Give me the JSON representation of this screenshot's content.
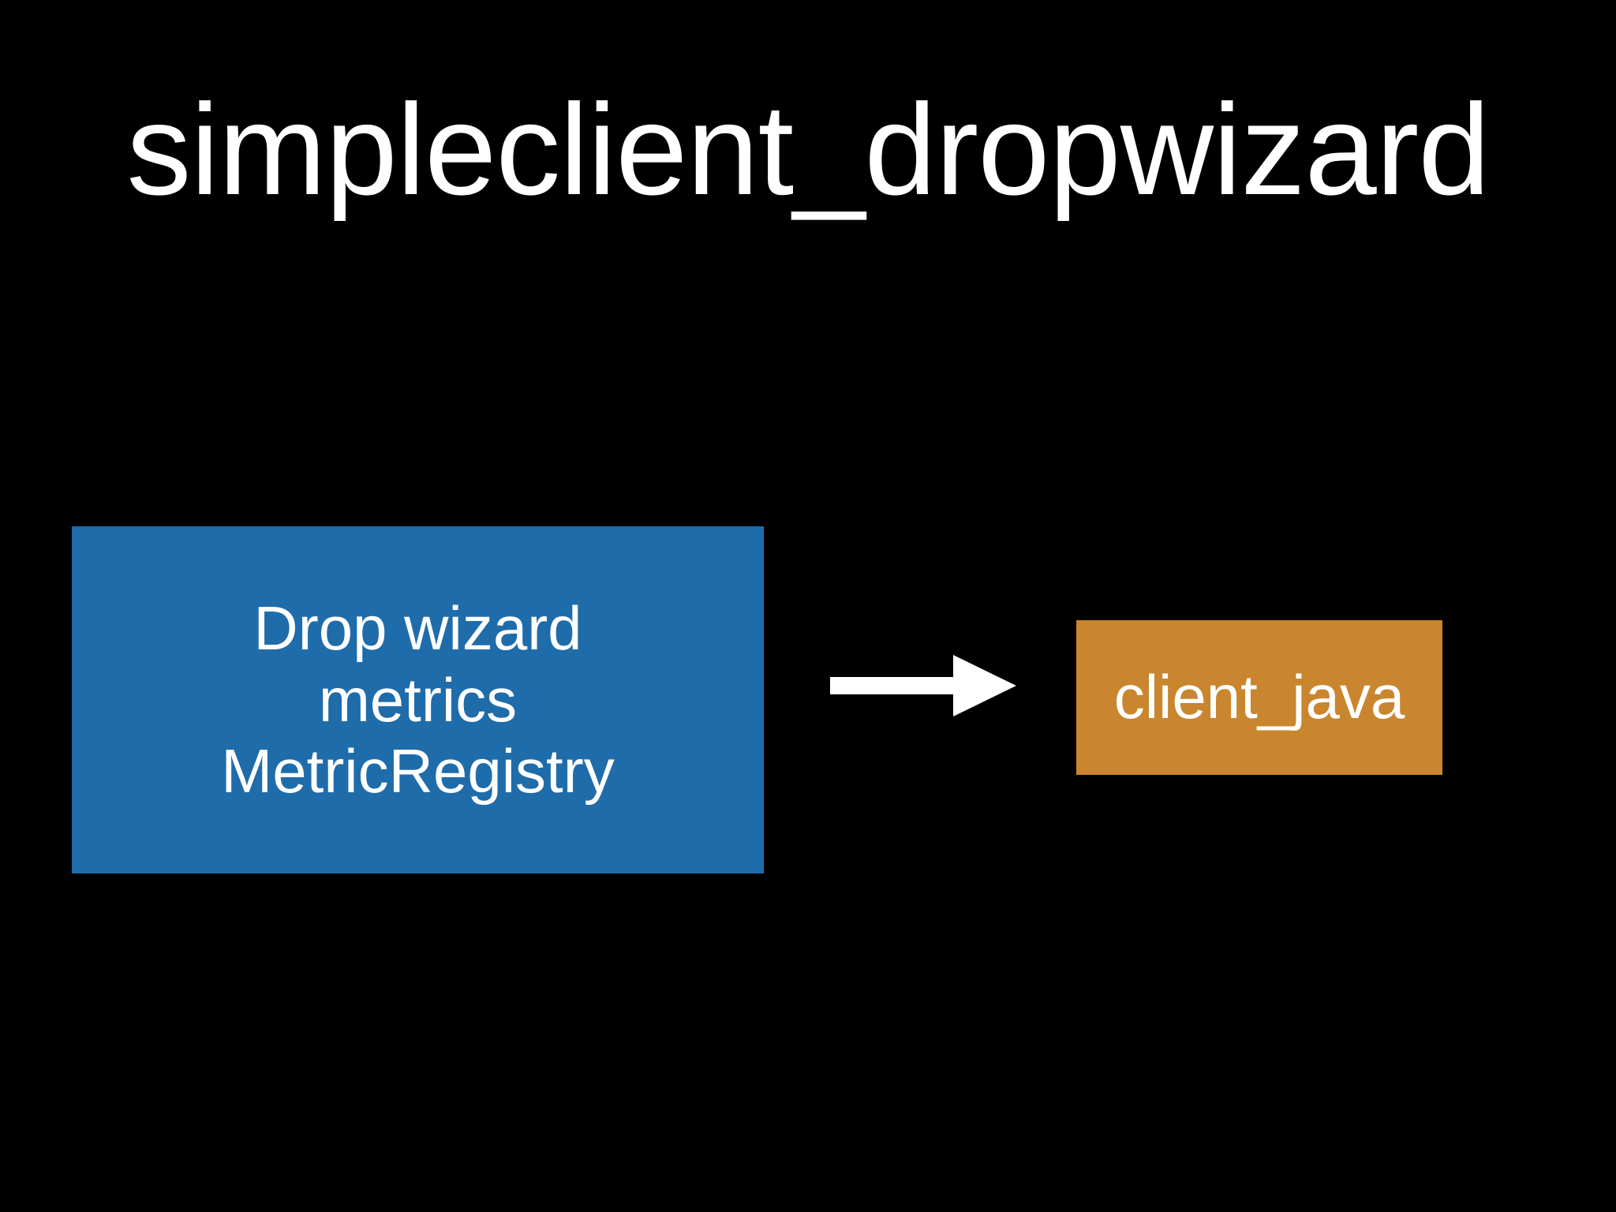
{
  "slide": {
    "background_color": "#000000",
    "title": "simpleclient_dropwizard",
    "title_color": "#ffffff"
  },
  "diagram": {
    "nodes": [
      {
        "id": "dropwizard-metrics",
        "label": "Drop wizard\nmetrics\nMetricRegistry",
        "label_lines": [
          "Drop wizard",
          "metrics",
          "MetricRegistry"
        ],
        "fill_color": "#1f6cab",
        "text_color": "#ffffff"
      },
      {
        "id": "client-java",
        "label": "client_java",
        "label_lines": [
          "client_java"
        ],
        "fill_color": "#c9862e",
        "text_color": "#ffffff"
      }
    ],
    "connectors": [
      {
        "id": "dropwizard-to-client-java",
        "type": "arrow",
        "direction": "right",
        "color": "#ffffff",
        "from": "dropwizard-metrics",
        "to": "client-java"
      }
    ]
  }
}
